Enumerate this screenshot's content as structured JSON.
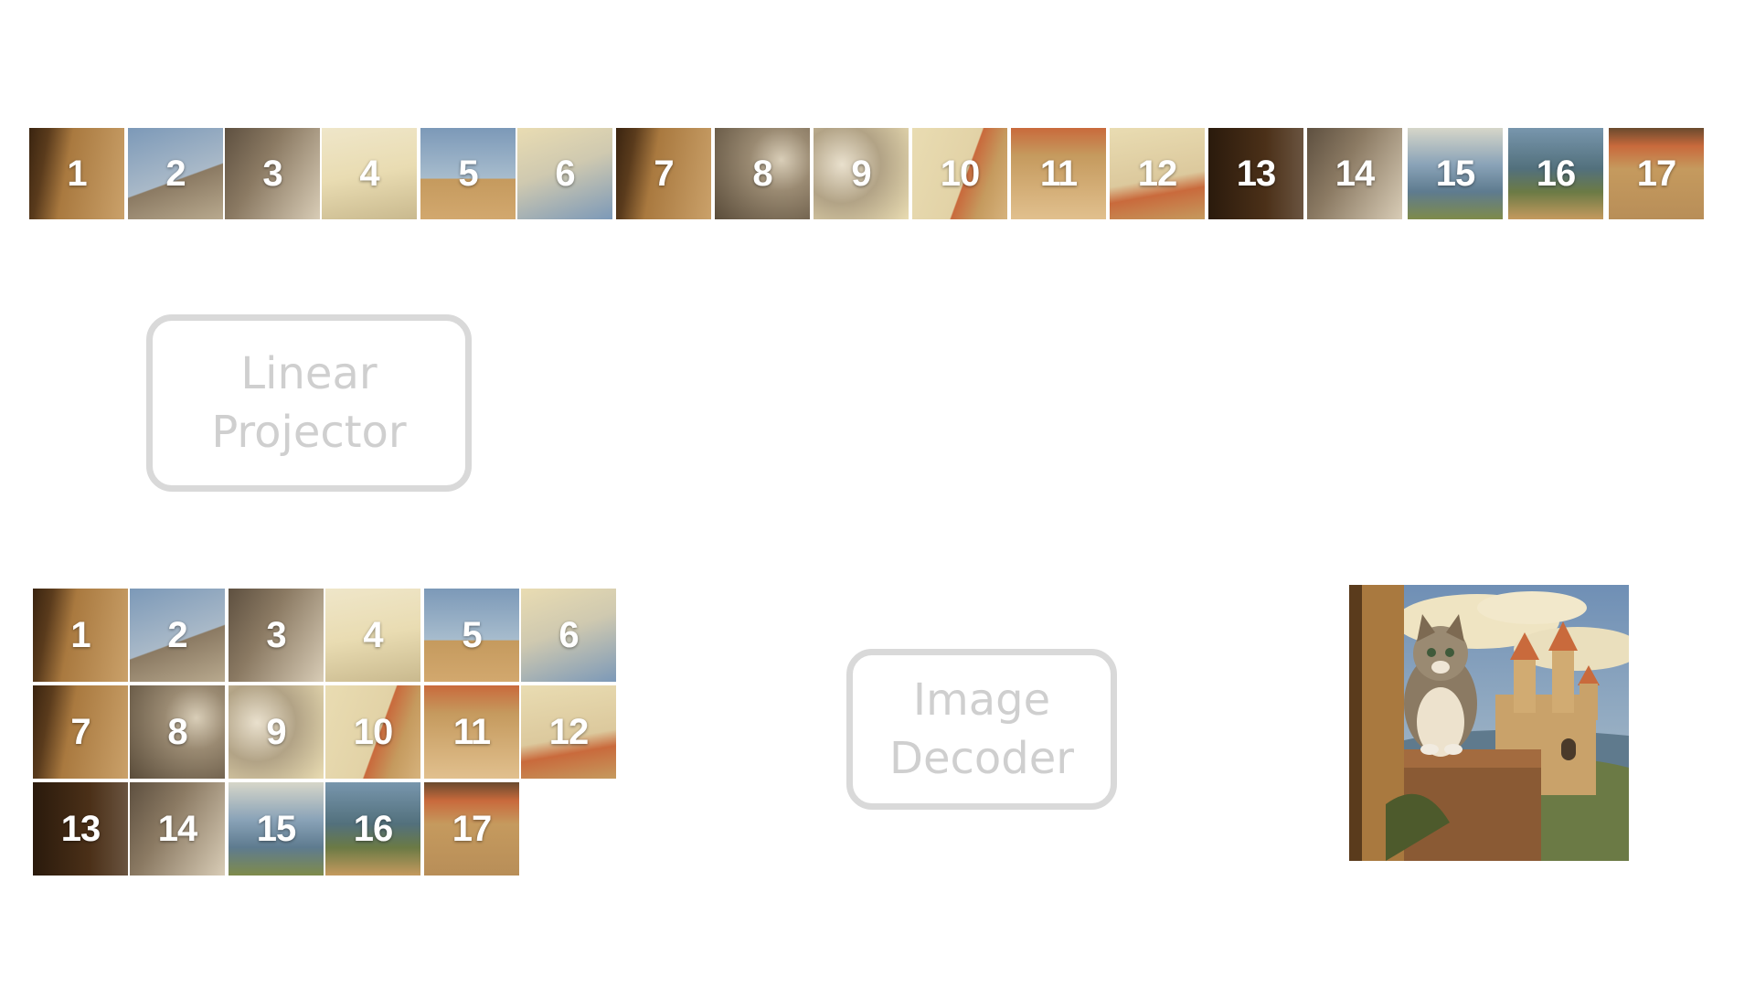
{
  "patches": [
    {
      "label": "1",
      "theme": "wall"
    },
    {
      "label": "2",
      "theme": "sky-cat"
    },
    {
      "label": "3",
      "theme": "cat-fur"
    },
    {
      "label": "4",
      "theme": "cloud"
    },
    {
      "label": "5",
      "theme": "sky-castle"
    },
    {
      "label": "6",
      "theme": "cloud-sky"
    },
    {
      "label": "7",
      "theme": "wall"
    },
    {
      "label": "8",
      "theme": "cat-face"
    },
    {
      "label": "9",
      "theme": "cat-face-light"
    },
    {
      "label": "10",
      "theme": "cloud-castle"
    },
    {
      "label": "11",
      "theme": "castle"
    },
    {
      "label": "12",
      "theme": "castle-light"
    },
    {
      "label": "13",
      "theme": "dark-wall"
    },
    {
      "label": "14",
      "theme": "cat-fur"
    },
    {
      "label": "15",
      "theme": "sky-hills"
    },
    {
      "label": "16",
      "theme": "hills-castle"
    },
    {
      "label": "17",
      "theme": "castle-gate"
    }
  ],
  "linear_projector": {
    "line1": "Linear",
    "line2": "Projector"
  },
  "image_decoder": {
    "line1": "Image",
    "line2": "Decoder"
  },
  "colors": {
    "box_border": "#d9d9d9",
    "box_text": "#cfcfcf",
    "wall": "#a9793f",
    "sky": "#7c99b8",
    "cloud": "#e9dcb2",
    "cat": "#8b7a63",
    "castle": "#c59a5e",
    "roof": "#c96a3c"
  },
  "final_image": {
    "icon": "cat-on-wall-with-castle-image"
  }
}
